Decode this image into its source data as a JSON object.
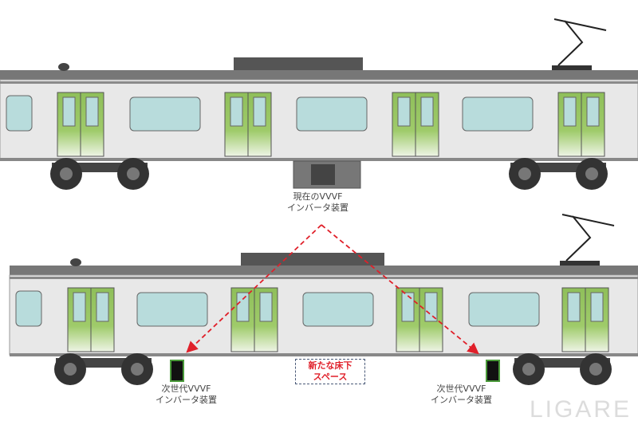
{
  "labels": {
    "current_inverter": [
      "現在のVVVF",
      "インバータ装置"
    ],
    "next_inverter_left": [
      "次世代VVVF",
      "インバータ装置"
    ],
    "next_inverter_right": [
      "次世代VVVF",
      "インバータ装置"
    ],
    "new_space": [
      "新たな床下",
      "スペース"
    ]
  },
  "logo": "LIGARE",
  "colors": {
    "door_green": "#8fbf5a",
    "window": "#b8dcdc",
    "body": "#e8e8e8",
    "arrow": "#e0202a"
  }
}
